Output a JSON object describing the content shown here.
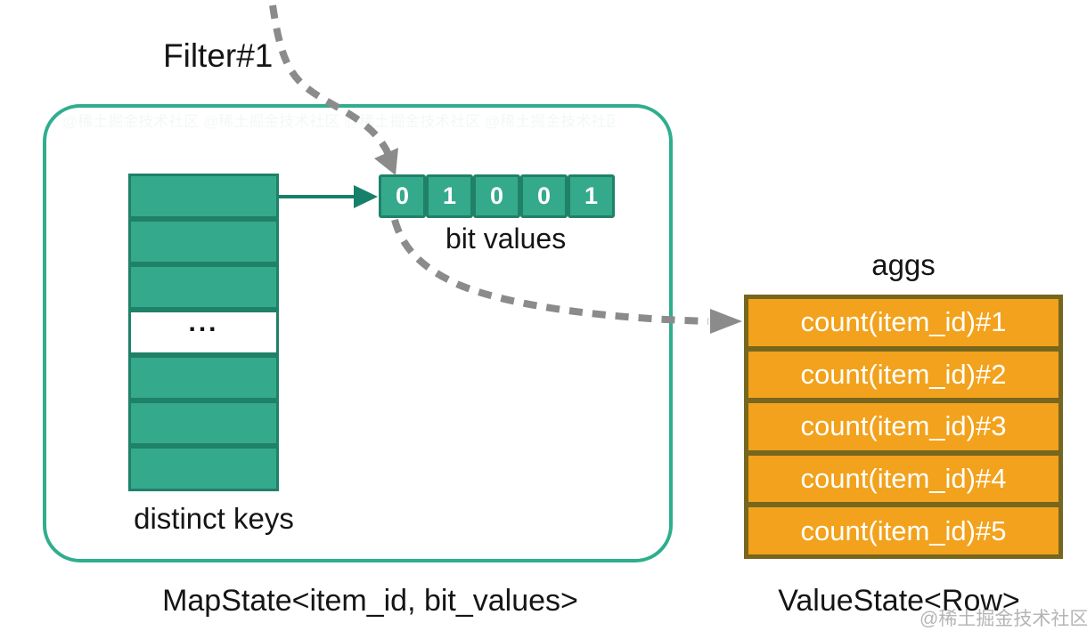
{
  "colors": {
    "teal_fill": "#35a98c",
    "teal_border": "#1f8168",
    "box_border": "#2fae8e",
    "connector_teal": "#17806a",
    "orange_fill": "#f2a21c",
    "orange_border": "#77661d",
    "dashed_arrow_gray": "#8b8b8b",
    "text_black": "#151515",
    "watermark_gray": "#b5b5b5"
  },
  "diagram": {
    "filter_label": "Filter#1",
    "map_state": {
      "caption": "MapState<item_id, bit_values>",
      "distinct_keys_label": "distinct keys",
      "keys_rows": [
        "key",
        "key",
        "key",
        "ellipsis",
        "key",
        "key",
        "key"
      ],
      "ellipsis_label": "...",
      "bit_values_label": "bit values",
      "bit_values": [
        "0",
        "1",
        "0",
        "0",
        "1"
      ]
    },
    "value_state": {
      "caption": "ValueState<Row>",
      "aggs_label": "aggs",
      "rows": [
        "count(item_id)#1",
        "count(item_id)#2",
        "count(item_id)#3",
        "count(item_id)#4",
        "count(item_id)#5"
      ]
    },
    "watermark": "@稀土掘金技术社区"
  }
}
